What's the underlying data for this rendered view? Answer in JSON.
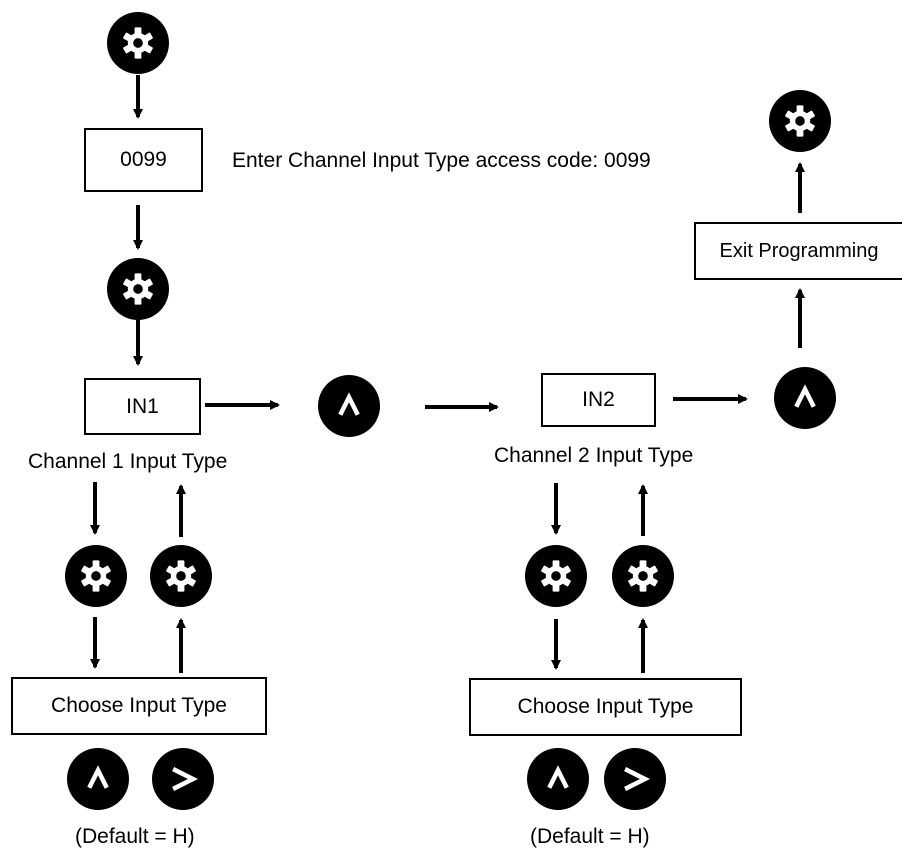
{
  "access_code_box": "0099",
  "access_code_instruction": "Enter Channel Input Type access code: 0099",
  "exit_box": "Exit Programming",
  "channel1": {
    "box": "IN1",
    "label": "Channel 1 Input Type",
    "choose_box": "Choose Input Type",
    "default_note": "(Default = H)"
  },
  "channel2": {
    "box": "IN2",
    "label": "Channel 2 Input Type",
    "choose_box": "Choose Input Type",
    "default_note": "(Default = H)"
  },
  "icons": {
    "settings": "gear-icon",
    "up": "caret-up-icon",
    "right": "chevron-right-icon"
  },
  "colors": {
    "button_bg": "#000000",
    "icon_fg": "#ffffff",
    "line": "#000000"
  }
}
